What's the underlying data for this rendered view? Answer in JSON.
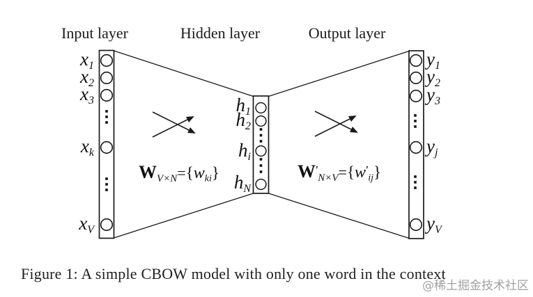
{
  "input_layer": {
    "title": "Input layer",
    "nodes": [
      {
        "main": "x",
        "sub": "1"
      },
      {
        "main": "x",
        "sub": "2"
      },
      {
        "main": "x",
        "sub": "3"
      },
      {
        "main": "x",
        "sub": "k"
      },
      {
        "main": "x",
        "sub": "V"
      }
    ]
  },
  "hidden_layer": {
    "title": "Hidden layer",
    "nodes": [
      {
        "main": "h",
        "sub": "1"
      },
      {
        "main": "h",
        "sub": "2"
      },
      {
        "main": "h",
        "sub": "i"
      },
      {
        "main": "h",
        "sub": "N"
      }
    ]
  },
  "output_layer": {
    "title": "Output layer",
    "nodes": [
      {
        "main": "y",
        "sub": "1"
      },
      {
        "main": "y",
        "sub": "2"
      },
      {
        "main": "y",
        "sub": "3"
      },
      {
        "main": "y",
        "sub": "j"
      },
      {
        "main": "y",
        "sub": "V"
      }
    ]
  },
  "weights": {
    "input_hidden": {
      "matrix": "W",
      "matrix_prime": "",
      "dims": "V×N",
      "equals": "=",
      "open": "{",
      "element": "w",
      "element_prime": "",
      "element_sub": "ki",
      "close": "}"
    },
    "hidden_output": {
      "matrix": "W",
      "matrix_prime": "′",
      "dims": "N×V",
      "equals": "=",
      "open": "{",
      "element": "w",
      "element_prime": "′",
      "element_sub": "ij",
      "close": "}"
    }
  },
  "caption": {
    "text": "Figure 1: A simple CBOW model with only one word in the context"
  },
  "watermark": {
    "text": "@稀土掘金技术社区"
  },
  "colors": {
    "ink": "#1a1a1a",
    "background": "#ffffff",
    "watermark_gray": "#919191"
  }
}
